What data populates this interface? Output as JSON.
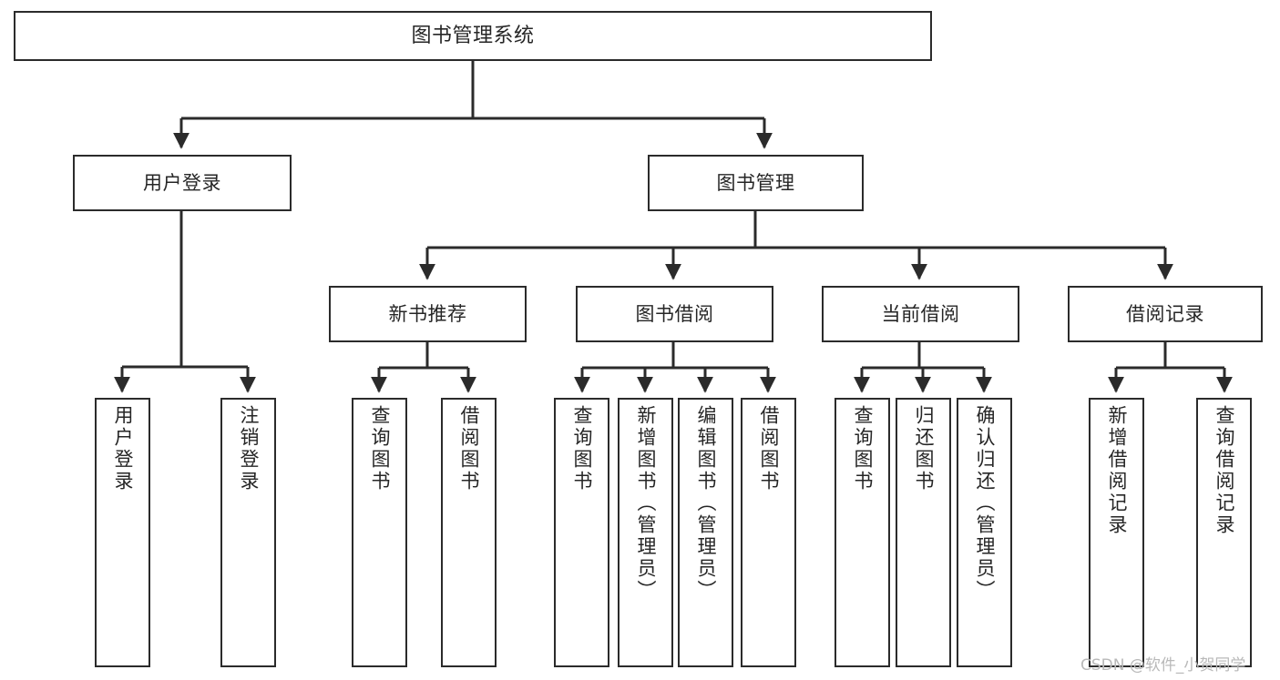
{
  "diagram": {
    "title": "图书管理系统",
    "type": "tree-hierarchy-diagram",
    "colors": {
      "box_border": "#2b2b2b",
      "box_fill": "#ffffff",
      "connector": "#2b2b2b",
      "text": "#262626",
      "watermark": "#b9b9b9",
      "background": "#ffffff"
    }
  },
  "nodes": {
    "root": {
      "label": "图书管理系统"
    },
    "level2": [
      {
        "label": "用户登录"
      },
      {
        "label": "图书管理"
      }
    ],
    "level3": [
      {
        "label": "新书推荐"
      },
      {
        "label": "图书借阅"
      },
      {
        "label": "当前借阅"
      },
      {
        "label": "借阅记录"
      }
    ],
    "leaves": {
      "user_login": [
        {
          "label": "用户登录"
        },
        {
          "label": "注销登录"
        }
      ],
      "new_book_recommend": [
        {
          "label": "查询图书"
        },
        {
          "label": "借阅图书"
        }
      ],
      "book_borrow": [
        {
          "label": "查询图书"
        },
        {
          "label": "新增图书（管理员）"
        },
        {
          "label": "编辑图书（管理员）"
        },
        {
          "label": "借阅图书"
        }
      ],
      "current_borrow": [
        {
          "label": "查询图书"
        },
        {
          "label": "归还图书"
        },
        {
          "label": "确认归还（管理员）"
        }
      ],
      "borrow_record": [
        {
          "label": "新增借阅记录"
        },
        {
          "label": "查询借阅记录"
        }
      ]
    }
  },
  "watermark": {
    "text": "CSDN @软件_小贺同学"
  }
}
